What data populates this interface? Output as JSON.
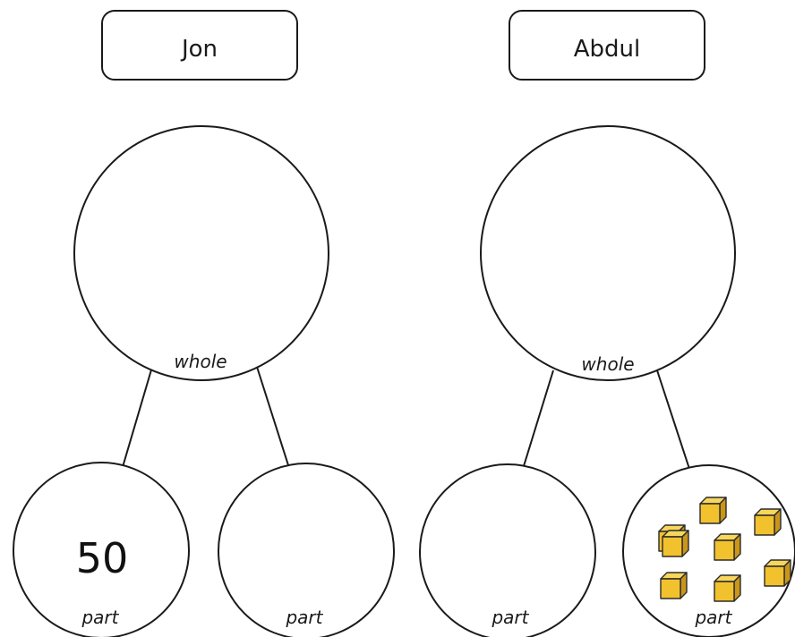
{
  "models": [
    {
      "name": "Jon",
      "whole_label": "whole",
      "left_part": {
        "label": "part",
        "value": "50",
        "cubes": 0
      },
      "right_part": {
        "label": "part",
        "value": "",
        "cubes": 0
      }
    },
    {
      "name": "Abdul",
      "whole_label": "whole",
      "left_part": {
        "label": "part",
        "value": "",
        "cubes": 0
      },
      "right_part": {
        "label": "part",
        "value": "",
        "cubes": 8
      }
    }
  ],
  "colors": {
    "outline": "#1a1a1a",
    "cube_face": "#f2c12e",
    "cube_top": "#f7d65c",
    "cube_side": "#c9961a"
  },
  "icons": {
    "cube": "unit-cube-icon"
  }
}
